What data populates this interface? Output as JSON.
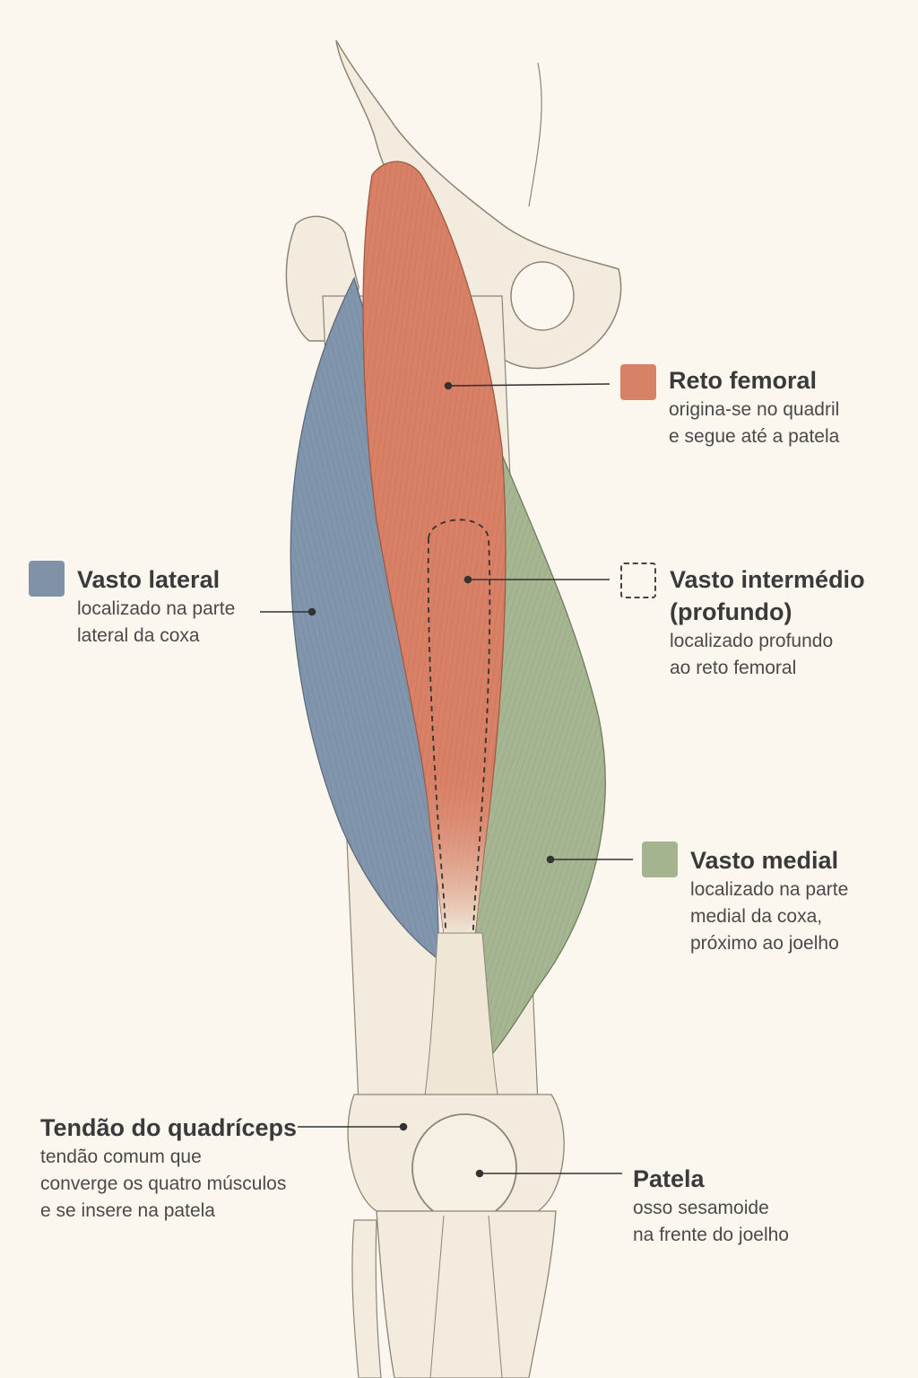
{
  "colors": {
    "background": "#fbf7ef",
    "reto_femoral": "#d98166",
    "vasto_lateral": "#7f92a8",
    "vasto_medial": "#a3b48f",
    "bone": "#f3ecde",
    "bone_outline": "#8c8475",
    "leader": "#333333"
  },
  "labels": {
    "reto_femoral": {
      "title": "Reto femoral",
      "desc": [
        "origina-se no quadril",
        "e segue até a patela"
      ],
      "swatch_icon": "solid-swatch"
    },
    "vasto_lateral": {
      "title": "Vasto lateral",
      "desc": [
        "localizado na parte",
        "lateral da coxa"
      ],
      "swatch_icon": "solid-swatch"
    },
    "vasto_intermedio": {
      "title": [
        "Vasto intermédio",
        "(profundo)"
      ],
      "desc": [
        "localizado profundo",
        "ao reto femoral"
      ],
      "swatch_icon": "dashed-swatch"
    },
    "vasto_medial": {
      "title": "Vasto medial",
      "desc": [
        "localizado na parte",
        "medial da coxa,",
        "próximo ao joelho"
      ],
      "swatch_icon": "solid-swatch"
    },
    "tendao": {
      "title": "Tendão do quadríceps",
      "desc": [
        "tendão comum que",
        "converge os quatro músculos",
        "e se insere na patela"
      ]
    },
    "patela": {
      "title": "Patela",
      "desc": [
        "osso sesamoide",
        "na frente do joelho"
      ]
    }
  }
}
